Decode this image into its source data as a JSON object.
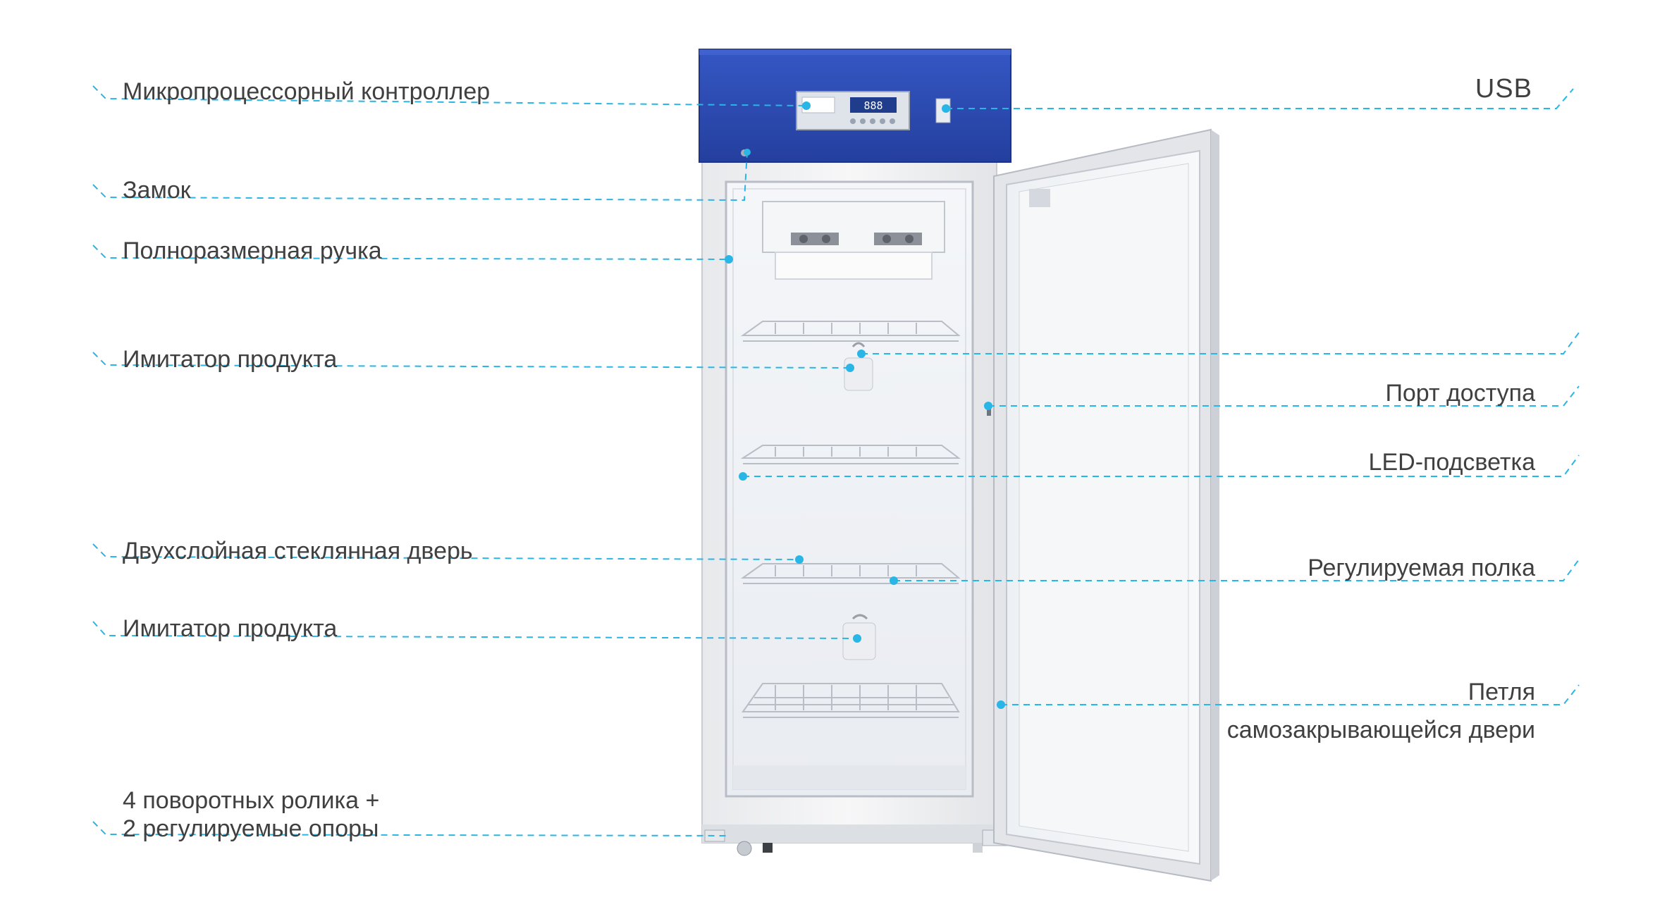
{
  "colors": {
    "leader_line": "#29b6e6",
    "dot": "#29b6e6",
    "header_panel": "#2c4bb0",
    "text": "#404040"
  },
  "left_labels": {
    "controller": "Микропроцессорный контроллер",
    "lock": "Замок",
    "handle": "Полноразмерная ручка",
    "simulator_top": "Имитатор продукта",
    "glass_door": "Двухслойная стеклянная дверь",
    "simulator_bottom": "Имитатор продукта",
    "casters_line1": "4 поворотных ролика +",
    "casters_line2": "2 регулируемые опоры"
  },
  "right_labels": {
    "usb": "USB",
    "access_port": "Порт доступа",
    "led": "LED-подсветка",
    "shelf": "Регулируемая полка",
    "hinge_line1": "Петля",
    "hinge_line2": "самозакрывающейся двери"
  },
  "controller_display": "888"
}
